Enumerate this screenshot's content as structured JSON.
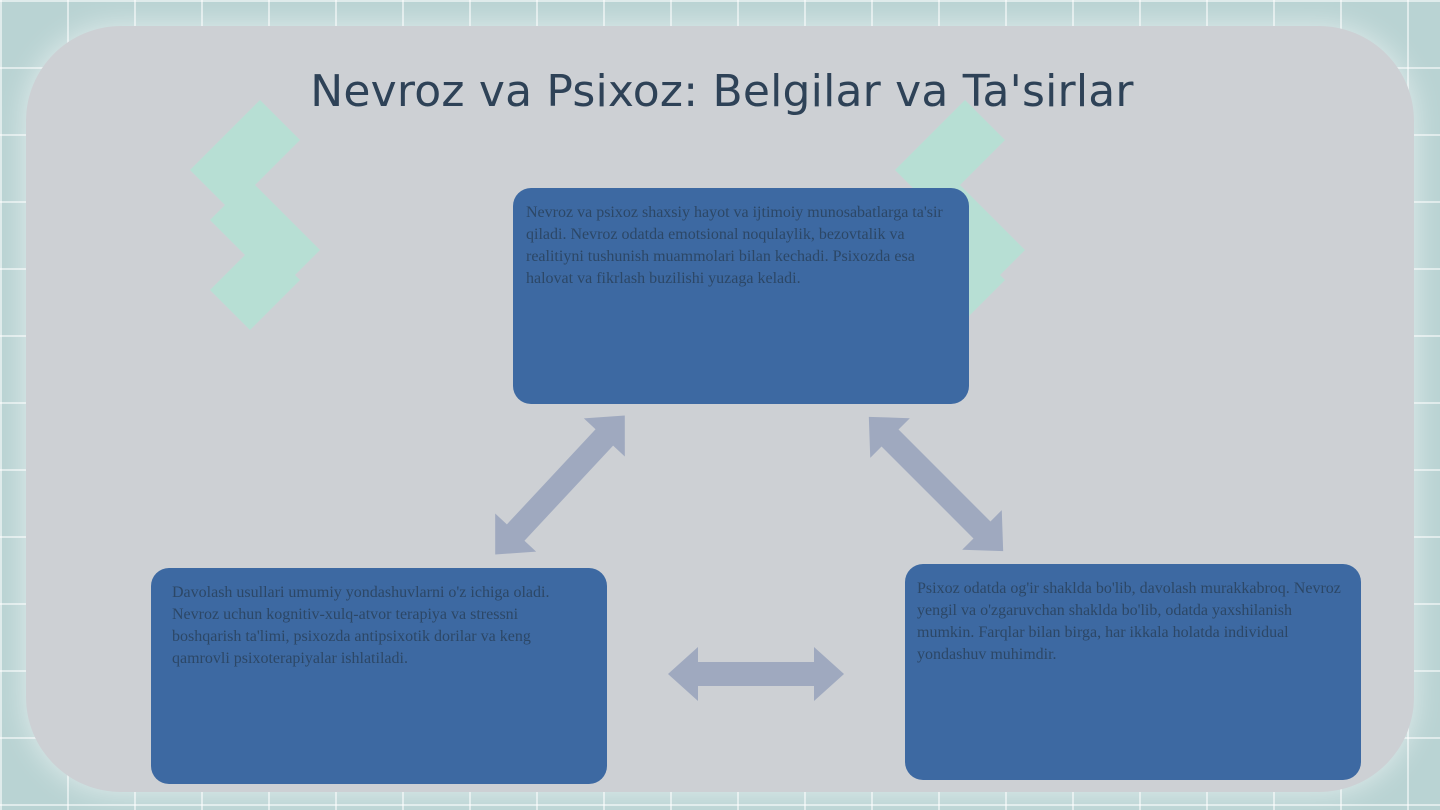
{
  "slide": {
    "title": "Nevroz va Psixoz: Belgilar va Ta'sirlar"
  },
  "boxes": {
    "top": "Nevroz va psixoz shaxsiy hayot va ijtimoiy munosabatlarga ta'sir qiladi. Nevroz odatda emotsional noqulaylik, bezovtalik va realitiyni tushunish muammolari bilan kechadi. Psixozda esa halovat va fikrlash buzilishi yuzaga keladi.",
    "left": "Davolash usullari umumiy yondashuvlarni o'z ichiga oladi. Nevroz uchun kognitiv-xulq-atvor terapiya va stressni boshqarish ta'limi, psixozda antipsixotik dorilar va keng qamrovli psixoterapiyalar ishlatiladi.",
    "right": "Psixoz odatda og'ir shaklda bo'lib, davolash murakkabroq. Nevroz yengil va o'zgaruvchan shaklda bo'lib, odatda yaxshilanish mumkin. Farqlar bilan birga, har ikkala holatda individual yondashuv muhimdir."
  },
  "colors": {
    "box_fill": "#3d69a2",
    "arrow": "#9fa9bf",
    "title": "#2e4257",
    "watermark": "#a6ecd4"
  },
  "decor": {
    "watermark_icons": [
      "logo-mark-icon",
      "logo-mark-icon"
    ],
    "arrow_icons": [
      "double-arrow-icon",
      "double-arrow-icon",
      "double-arrow-icon"
    ]
  }
}
